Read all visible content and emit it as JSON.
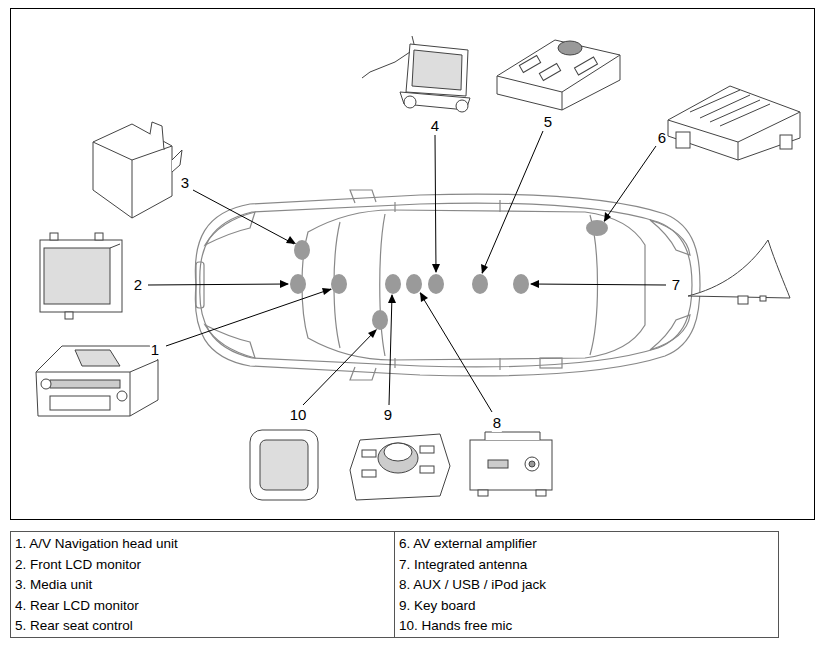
{
  "diagram": {
    "labels": [
      "4",
      "5",
      "6",
      "3",
      "2",
      "7",
      "1",
      "10",
      "9",
      "8",
      "1. A/V Navigation head unit",
      "6. AV external amplifier",
      "2. Front LCD monitor",
      "7. Integrated antenna",
      "3. Media unit",
      "8. AUX / USB / iPod jack",
      "4. Rear LCD monitor",
      "9. Key board",
      "5. Rear seat control",
      "10. Hands free mic"
    ]
  }
}
